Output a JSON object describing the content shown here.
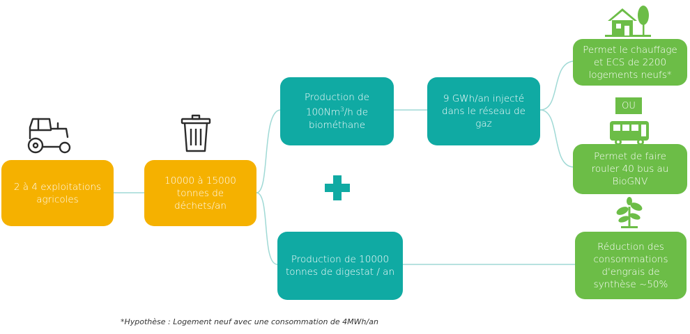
{
  "boxes": {
    "farms": "2 à 4 exploitations agricoles",
    "waste": "10000 à 15000 tonnes de déchets/an",
    "biomethane_prefix": "Production de 100Nm",
    "biomethane_sup": "3",
    "biomethane_suffix": "/h de biométhane",
    "injected": "9 GWh/an injecté dans le réseau de gaz",
    "digestate": "Production de 10000 tonnes de digestat / an",
    "heating": "Permet le chauffage et ECS de 2200 logements neufs*",
    "or_label": "OU",
    "bus": "Permet de faire rouler 40 bus au BioGNV",
    "fertilizer": "Réduction des consommations d'engrais de synthèse ~50%"
  },
  "footnote": "*Hypothèse : Logement neuf avec une consommation de 4MWh/an",
  "icons": [
    "tractor-icon",
    "trash-bin-icon",
    "plus-icon",
    "house-tree-icon",
    "bus-icon",
    "seedling-icon"
  ],
  "colors": {
    "orange": "#f5b100",
    "teal": "#10aaa3",
    "green": "#6cbd47",
    "line": "#9fd9d5"
  }
}
